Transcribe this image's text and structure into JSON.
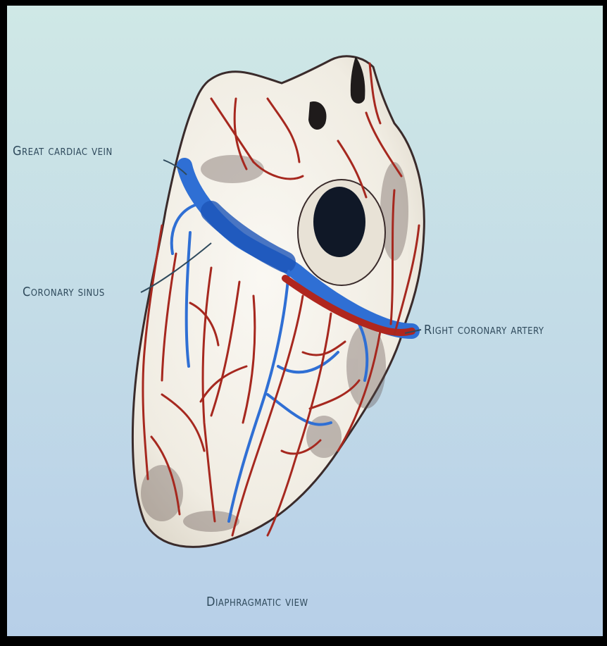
{
  "labels": {
    "great_cardiac_vein": "Great cardiac vein",
    "coronary_sinus": "Coronary sinus",
    "right_coronary_artery": "Right coronary artery",
    "view_caption": "Diaphragmatic view"
  },
  "colors": {
    "background_top": "#cfe8e6",
    "background_bottom": "#b9d2e8",
    "heart_fill": "#f4f1ea",
    "artery": "#b0261e",
    "vein": "#2f6fd4",
    "outline": "#3a2b2b",
    "label_text": "#2f4a5c"
  }
}
